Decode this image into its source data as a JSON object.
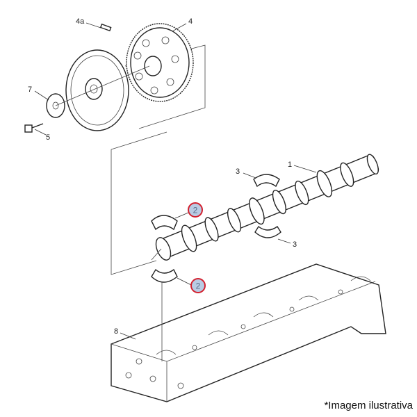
{
  "diagram": {
    "labels": {
      "pin": "4a",
      "gear": "4",
      "hub": "7",
      "bolt": "5",
      "bearing_upper": "3",
      "camshaft": "1",
      "bearing_lower": "3",
      "cylinder_head": "8"
    },
    "highlighted_callouts": [
      "2",
      "2"
    ],
    "highlight_colors": {
      "fill": "#b9cbe3",
      "stroke": "#d3202e"
    }
  },
  "caption": "*Imagem ilustrativa"
}
